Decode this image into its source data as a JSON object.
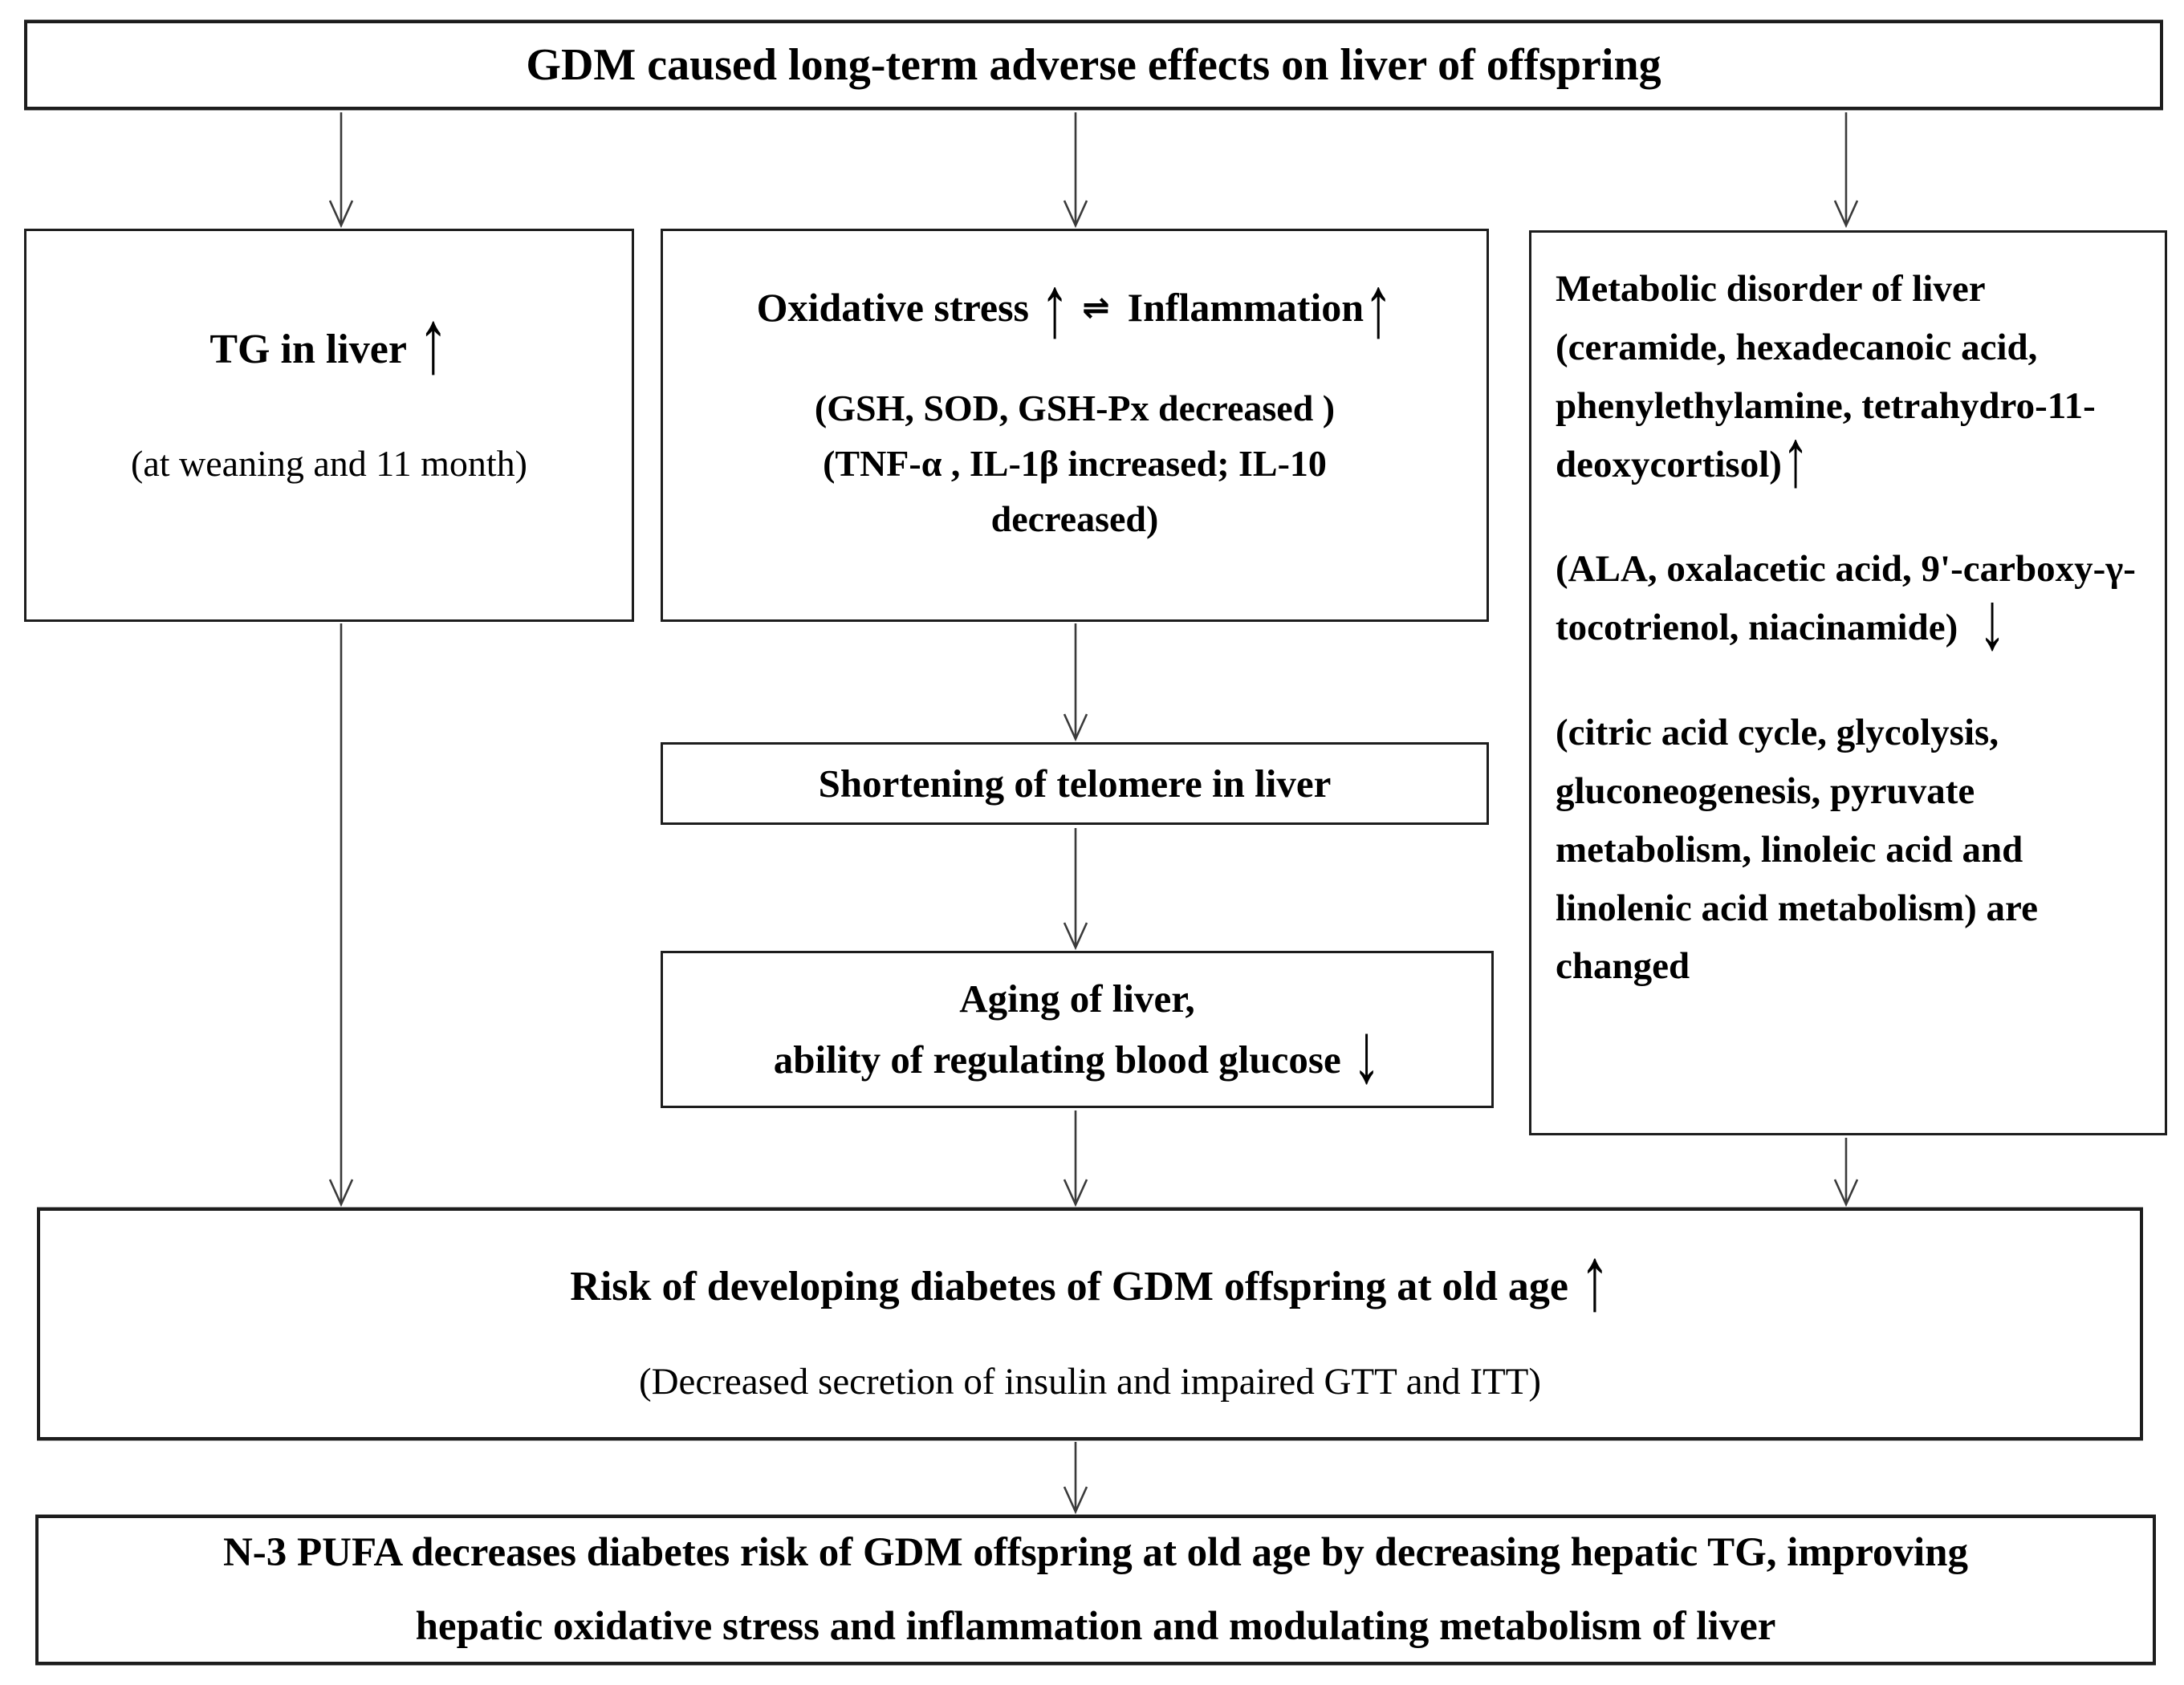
{
  "boxes": {
    "top": {
      "text": "GDM caused long-term adverse effects on liver of offspring"
    },
    "tg": {
      "title": "TG in liver",
      "arrow_up": "↑",
      "note": "(at weaning and 11 month)"
    },
    "oxidative": {
      "left_term": "Oxidative stress",
      "left_arrow": "↑",
      "equilibrium": "⇌",
      "right_term": "Inflammation",
      "right_arrow": "↑",
      "note_antioxidants": "(GSH, SOD, GSH-Px decreased )",
      "note_cytokines": "(TNF-α , IL-1β increased; IL-10 decreased)"
    },
    "metabolic": {
      "title": "Metabolic disorder of liver",
      "increased_metabolites": "(ceramide, hexadecanoic acid, phenylethylamine, tetrahydro-11-deoxycortisol)",
      "increased_arrow": "↑",
      "decreased_metabolites": "(ALA, oxalacetic acid, 9'-carboxy-γ-tocotrienol, niacinamide)",
      "decreased_arrow": "↓",
      "changed_pathways": "(citric acid cycle, glycolysis, gluconeogenesis, pyruvate metabolism, linoleic acid and linolenic acid metabolism)  are changed"
    },
    "telomere": {
      "text": "Shortening of telomere in liver"
    },
    "aging": {
      "line1": "Aging  of liver,",
      "line2": "ability of regulating blood glucose",
      "arrow_down": "↓"
    },
    "risk": {
      "title": "Risk of developing diabetes of GDM offspring at old age",
      "arrow_up": "↑",
      "note": "(Decreased secretion of insulin and impaired GTT and ITT)"
    },
    "conclusion": {
      "text": "N-3 PUFA decreases diabetes risk of GDM offspring at old age by decreasing hepatic TG, improving hepatic oxidative stress and inflammation and  modulating metabolism of liver"
    }
  },
  "colors": {
    "background": "#ffffff",
    "text": "#000000",
    "box_border": "#1d1d1d",
    "arrow": "#3a3a3a"
  }
}
